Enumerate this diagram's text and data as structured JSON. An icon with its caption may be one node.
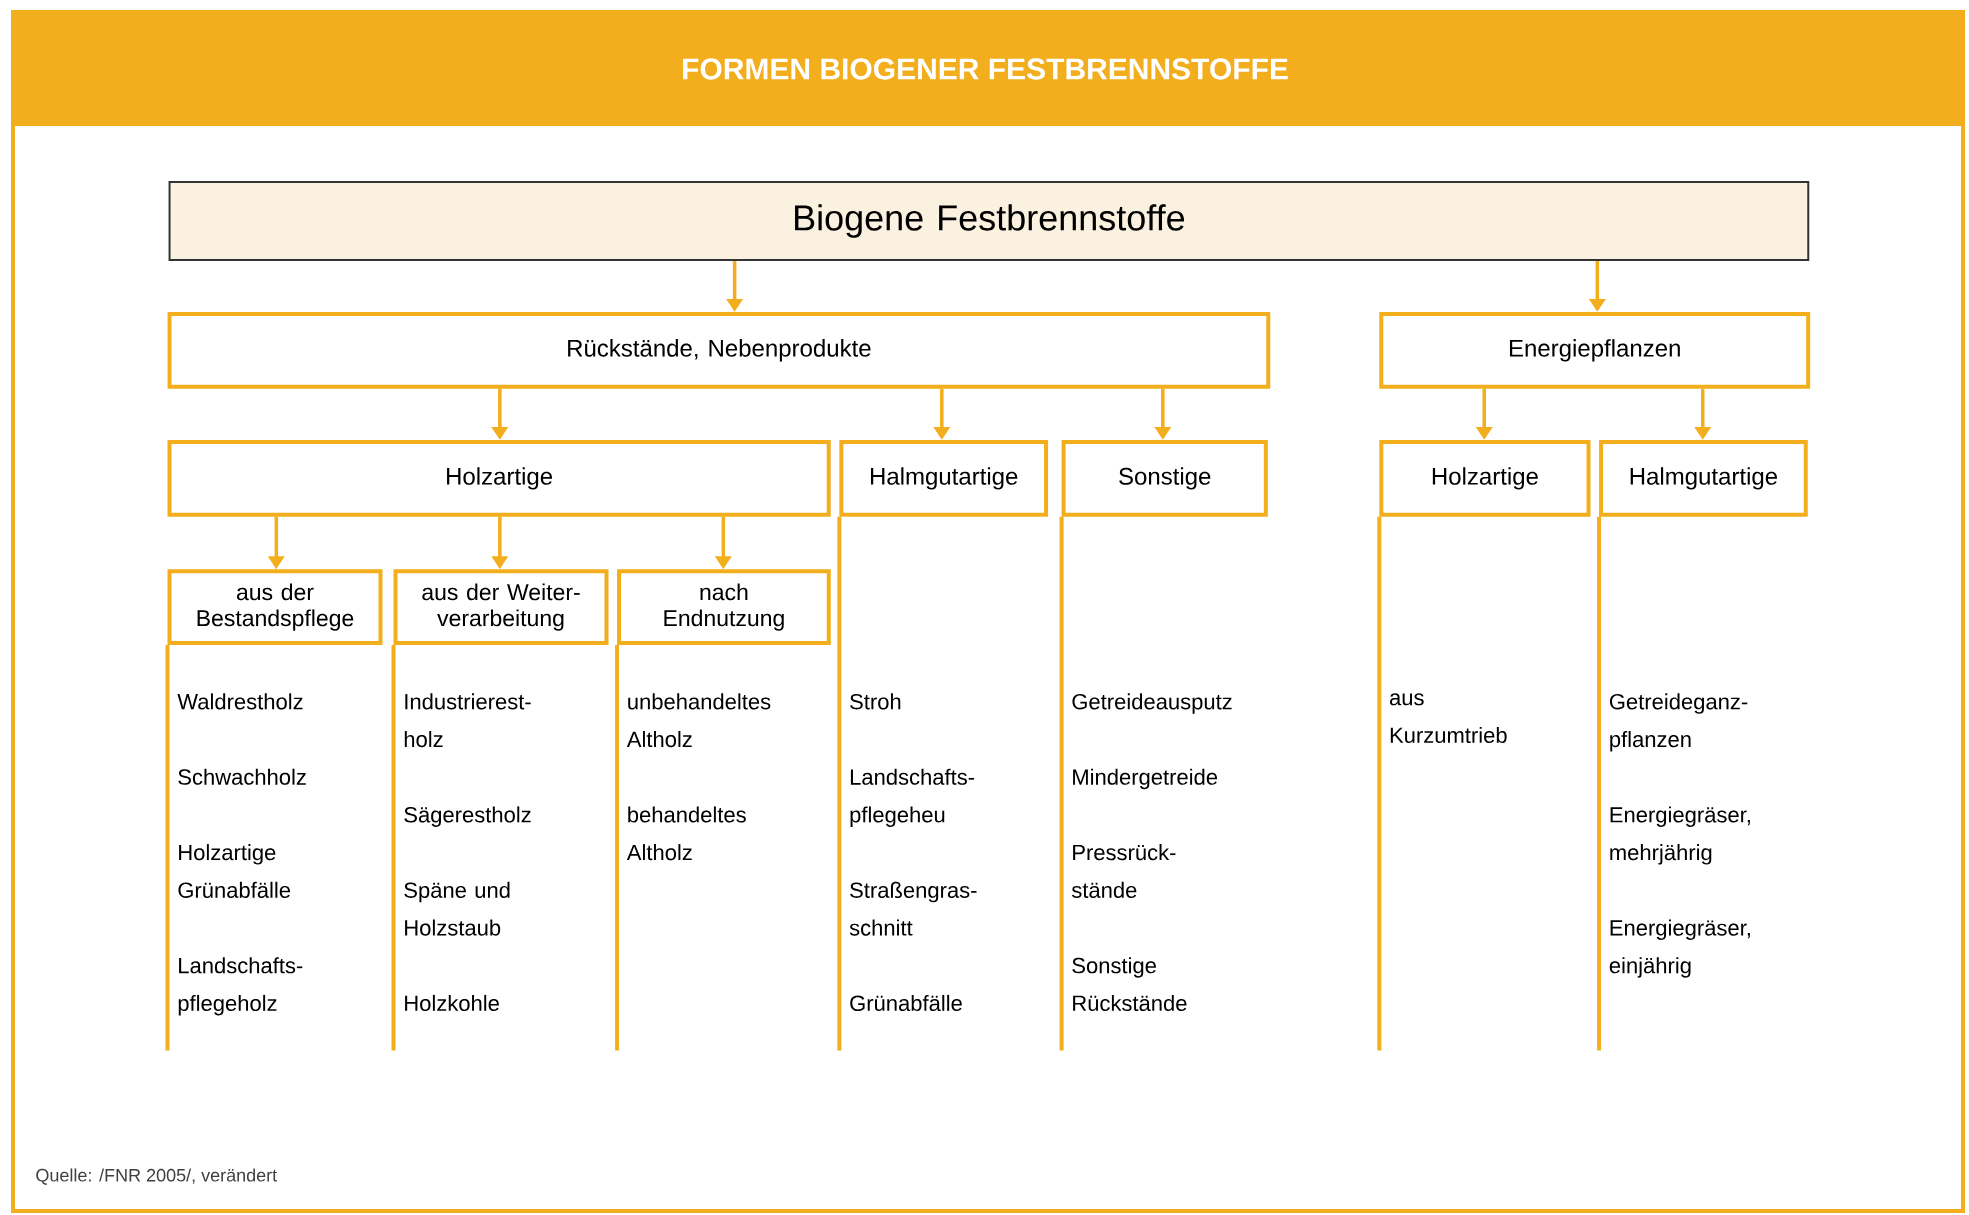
{
  "diagram": {
    "title": "FORMEN BIOGENER FESTBRENNSTOFFE",
    "nodes": [
      {
        "text": [
          "Biogene Festbrennstoffe"
        ]
      },
      {
        "text": [
          "Rückstände, Nebenprodukte"
        ]
      },
      {
        "text": [
          "Energiepflanzen"
        ]
      },
      {
        "text": [
          "Holzartige"
        ]
      },
      {
        "text": [
          "Halmgutartige"
        ],
        "beside": [
          "Stroh",
          "Landschafts- pflegeheu",
          "Straßengras- schnitt",
          "Grünabfälle"
        ]
      },
      {
        "text": [
          "Sonstige"
        ],
        "beside": [
          "Getreideausputz",
          "Mindergetreide",
          "Pressrück- stände",
          "Sonstige Rückstände"
        ]
      },
      {
        "text": [
          "Holzartige"
        ]
      },
      {
        "text": [
          "Halmgutartige"
        ],
        "beside": [
          "Getreideganz- pflanzen",
          "Energiegräser, mehrjährig",
          "Energiegräser, einjährig"
        ]
      },
      {
        "text": [
          "aus der Bestandspflege"
        ],
        "beside": [
          "Waldrestholz",
          "Schwachholz",
          "Holzartige Grünabfälle",
          "Landschafts- pflegeholz"
        ]
      },
      {
        "text": [
          "aus der Weiter- verarbeitung"
        ],
        "beside": [
          "Industrierest- holz",
          "Sägerestholz",
          "Späne und Holzstaub",
          "Holzkohle"
        ]
      },
      {
        "text": [
          "nach Endnutzung"
        ],
        "beside": [
          "unbehandeltes Altholz",
          "behandeltes Altholz"
        ]
      }
    ],
    "edges": [
      {
        "from": 0,
        "to": 1,
        "arrow": "to"
      },
      {
        "from": 0,
        "to": 2,
        "arrow": "to"
      },
      {
        "from": 1,
        "to": 3,
        "arrow": "to"
      },
      {
        "from": 1,
        "to": 4,
        "arrow": "to"
      },
      {
        "from": 1,
        "to": 5,
        "arrow": "to"
      },
      {
        "from": 2,
        "to": 6,
        "arrow": "to"
      },
      {
        "from": 2,
        "to": 7,
        "arrow": "to"
      },
      {
        "from": 3,
        "to": 8,
        "arrow": "to"
      },
      {
        "from": 3,
        "to": 9,
        "arrow": "to"
      },
      {
        "from": 3,
        "to": 10,
        "arrow": "to"
      }
    ],
    "labels": [
      "aus Kurzumtrieb",
      "Quelle: /FNR 2005/, verändert"
    ]
  }
}
